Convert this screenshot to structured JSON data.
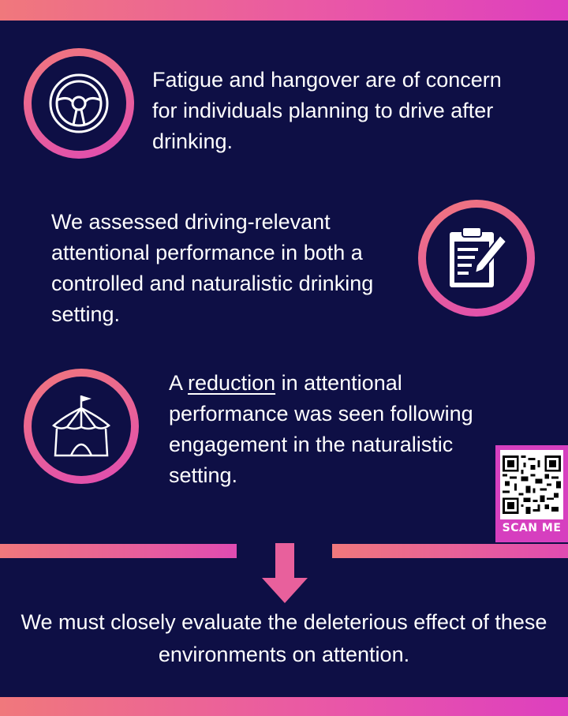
{
  "point1": {
    "text": "Fatigue and hangover are of concern for individuals planning to drive after drinking."
  },
  "point2": {
    "text": "We assessed driving-relevant attentional performance in both a controlled and naturalistic drinking setting."
  },
  "point3": {
    "prefix": "A ",
    "underlined": "reduction",
    "suffix": " in attentional performance was seen following engagement in the naturalistic setting."
  },
  "qr": {
    "label": "SCAN ME"
  },
  "conclusion": {
    "text": "We must closely evaluate the deleterious effect of these environments on attention."
  },
  "colors": {
    "background": "#0e0f45",
    "accent_start": "#f0787c",
    "accent_end": "#dd3fbf",
    "text": "#ffffff"
  }
}
